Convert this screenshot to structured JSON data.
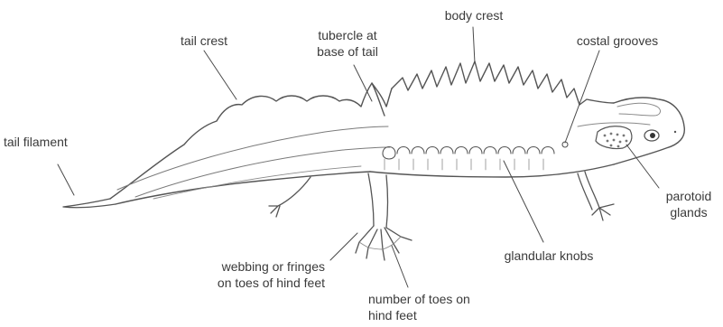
{
  "labels": {
    "body_crest": "body crest",
    "tail_crest": "tail crest",
    "tubercle": [
      "tubercle at",
      "base of tail"
    ],
    "costal_grooves": "costal grooves",
    "tail_filament": "tail filament",
    "parotoid_glands": [
      "parotoid",
      "glands"
    ],
    "webbing": [
      "webbing or fringes",
      "on toes of hind feet"
    ],
    "glandular_knobs": "glandular knobs",
    "number_of_toes": [
      "number of toes on",
      "hind feet"
    ]
  },
  "colors": {
    "outline": "#555555",
    "leader": "#4a4a4a",
    "text": "#3a3a3a",
    "background": "#ffffff"
  }
}
